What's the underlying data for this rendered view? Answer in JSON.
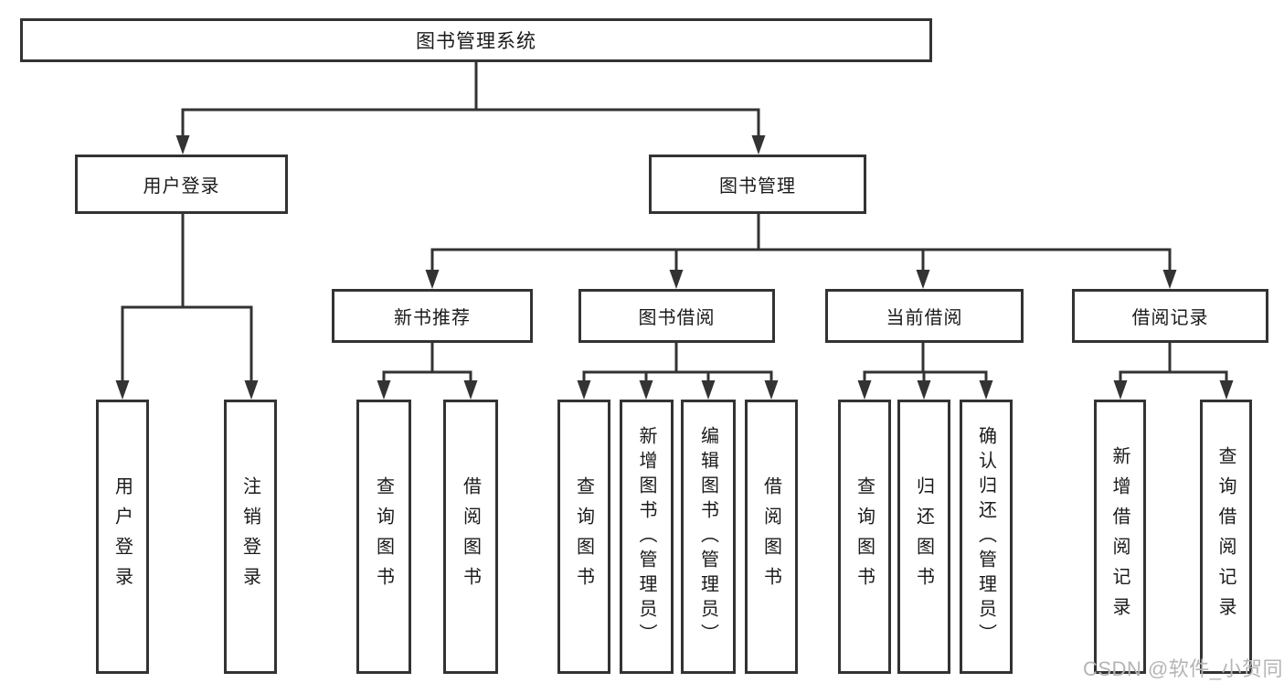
{
  "tree": {
    "root": {
      "label": "图书管理系统",
      "children": [
        {
          "label": "用户登录",
          "children": [
            {
              "label": "用户登录"
            },
            {
              "label": "注销登录"
            }
          ]
        },
        {
          "label": "图书管理",
          "children": [
            {
              "label": "新书推荐",
              "children": [
                {
                  "label": "查询图书"
                },
                {
                  "label": "借阅图书"
                }
              ]
            },
            {
              "label": "图书借阅",
              "children": [
                {
                  "label": "查询图书"
                },
                {
                  "label": "新增图书（管理员）"
                },
                {
                  "label": "编辑图书（管理员）"
                },
                {
                  "label": "借阅图书"
                }
              ]
            },
            {
              "label": "当前借阅",
              "children": [
                {
                  "label": "查询图书"
                },
                {
                  "label": "归还图书"
                },
                {
                  "label": "确认归还（管理员）"
                }
              ]
            },
            {
              "label": "借阅记录",
              "children": [
                {
                  "label": "新增借阅记录"
                },
                {
                  "label": "查询借阅记录"
                }
              ]
            }
          ]
        }
      ]
    }
  },
  "watermark": "CSDN @软件_小贺同学",
  "colors": {
    "line": "#333333",
    "text": "#1a1a1a",
    "watermark": "#b5b5b5",
    "background": "#ffffff"
  }
}
